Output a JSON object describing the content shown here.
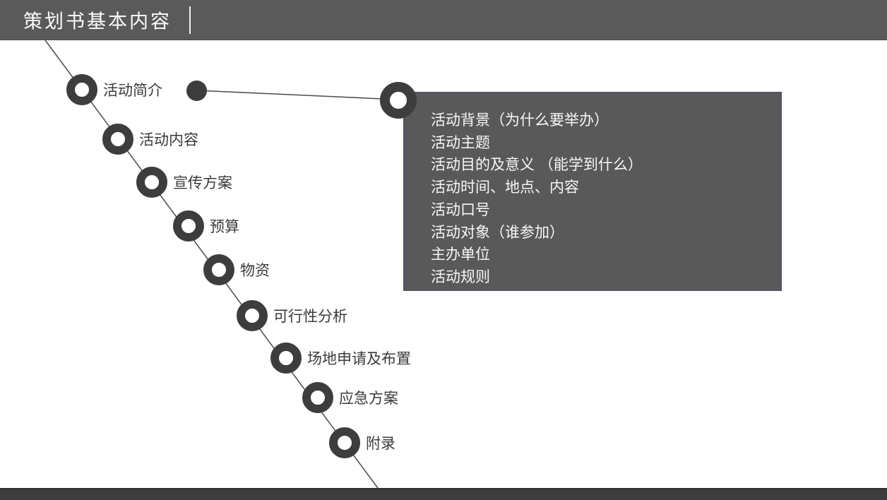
{
  "header": {
    "title": "策划书基本内容"
  },
  "timeline": {
    "items": [
      {
        "label": "活动简介"
      },
      {
        "label": "活动内容"
      },
      {
        "label": "宣传方案"
      },
      {
        "label": "预算"
      },
      {
        "label": "物资"
      },
      {
        "label": "可行性分析"
      },
      {
        "label": "场地申请及布置"
      },
      {
        "label": "应急方案"
      },
      {
        "label": "附录"
      }
    ]
  },
  "detail_box": {
    "lines": [
      "活动背景（为什么要举办）",
      "活动主题",
      "活动目的及意义 （能学到什么）",
      "活动时间、地点、内容",
      "活动口号",
      "活动对象（谁参加）",
      "主办单位",
      "活动规则"
    ]
  },
  "colors": {
    "title_bar": "#5a5a5a",
    "footer_bar": "#3d3d3d",
    "node_ring": "#3d3d3d",
    "detail_box_bg": "#595959",
    "label_text": "#3a3a3a",
    "box_text": "#f7f7f7"
  }
}
